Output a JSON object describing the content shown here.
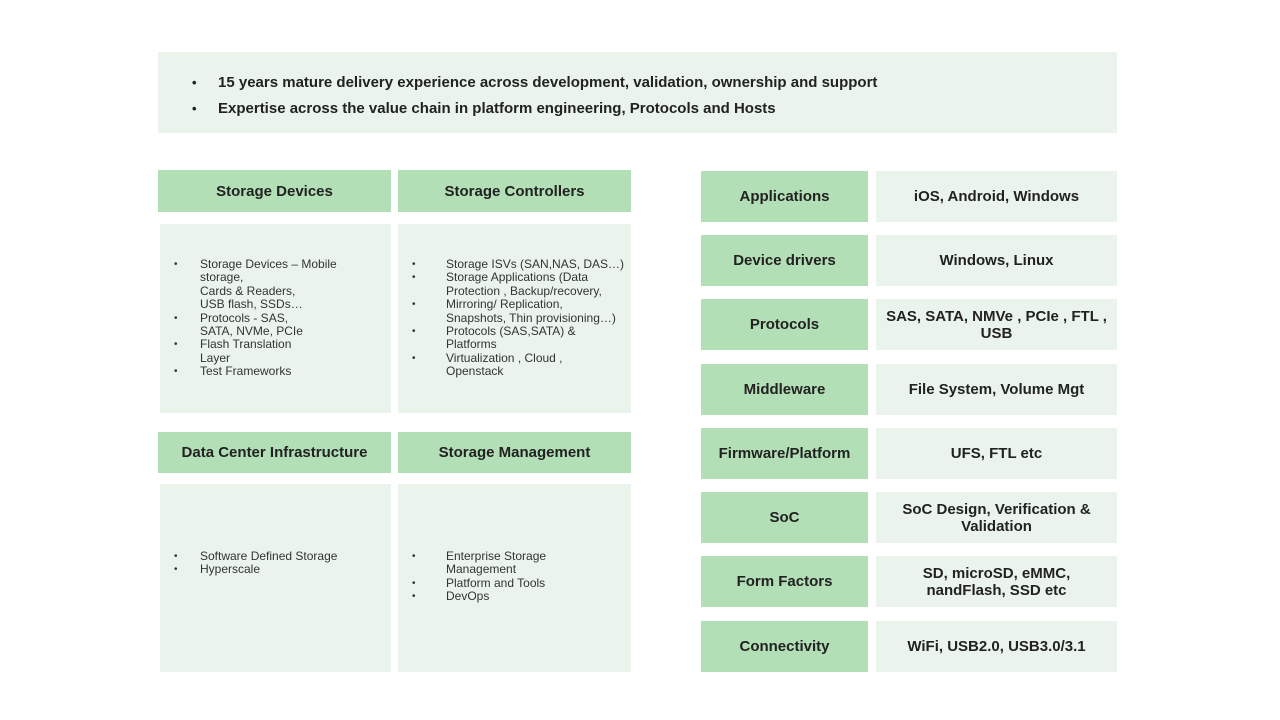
{
  "banner": {
    "bullets": [
      "15 years mature delivery experience across development, validation, ownership and support",
      "Expertise across the value chain in platform engineering, Protocols and Hosts"
    ]
  },
  "panels": {
    "storage_devices": {
      "title": "Storage Devices",
      "items": [
        [
          "Storage Devices – Mobile storage,",
          "Cards & Readers,",
          "USB flash, SSDs…"
        ],
        [
          "Protocols - SAS,",
          "SATA, NVMe, PCIe"
        ],
        [
          "Flash Translation",
          "Layer"
        ],
        [
          "Test Frameworks"
        ]
      ]
    },
    "storage_controllers": {
      "title": "Storage Controllers",
      "items": [
        [
          "Storage ISVs (SAN,NAS, DAS…)"
        ],
        [
          "Storage Applications (Data",
          "Protection , Backup/recovery,"
        ],
        [
          "Mirroring/ Replication,",
          "Snapshots, Thin provisioning…)"
        ],
        [
          "Protocols (SAS,SATA) &",
          "Platforms"
        ],
        [
          "Virtualization , Cloud ,",
          "Openstack"
        ]
      ]
    },
    "data_center": {
      "title": "Data Center Infrastructure",
      "items": [
        [
          "Software Defined Storage"
        ],
        [
          "Hyperscale"
        ]
      ]
    },
    "storage_management": {
      "title": "Storage Management",
      "items": [
        [
          "Enterprise Storage",
          "Management"
        ],
        [
          "Platform and Tools"
        ],
        [
          "DevOps"
        ]
      ]
    }
  },
  "table": {
    "rows": [
      {
        "label": "Applications",
        "value": "iOS, Android, Windows"
      },
      {
        "label": "Device drivers",
        "value": "Windows, Linux"
      },
      {
        "label": "Protocols",
        "value": "SAS, SATA, NMVe , PCIe , FTL , USB"
      },
      {
        "label": "Middleware",
        "value": "File System, Volume Mgt"
      },
      {
        "label": "Firmware/Platform",
        "value": "UFS, FTL etc"
      },
      {
        "label": "SoC",
        "value": "SoC Design, Verification & Validation"
      },
      {
        "label": "Form Factors",
        "value": "SD, microSD, eMMC, nandFlash, SSD etc"
      },
      {
        "label": "Connectivity",
        "value": "WiFi, USB2.0, USB3.0/3.1"
      }
    ]
  }
}
